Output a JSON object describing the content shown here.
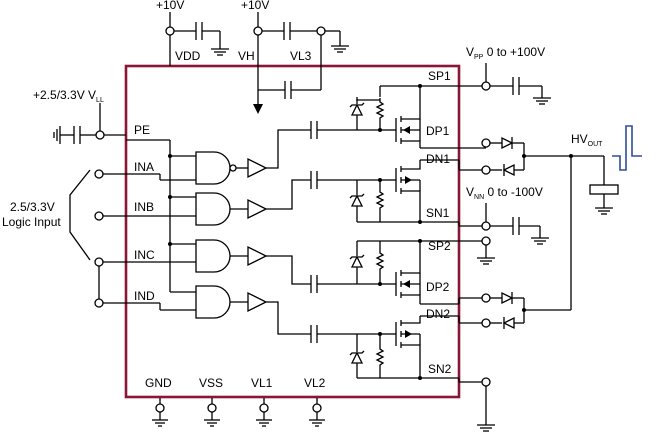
{
  "chip": {
    "supply_labels": {
      "vdd": "VDD",
      "vh": "VH",
      "vl3": "VL3"
    },
    "top_rails": {
      "vdd_rail": "+10V",
      "vh_rail": "+10V"
    },
    "left_pins": {
      "pe": "PE",
      "ina": "INA",
      "inb": "INB",
      "inc": "INC",
      "ind": "IND"
    },
    "right_pins": {
      "sp1": "SP1",
      "dp1": "DP1",
      "dn1": "DN1",
      "sn1": "SN1",
      "sp2": "SP2",
      "dp2": "DP2",
      "dn2": "DN2",
      "sn2": "SN2"
    },
    "bottom_pins": {
      "gnd": "GND",
      "vss": "VSS",
      "vl1": "VL1",
      "vl2": "VL2"
    }
  },
  "labels": {
    "vll_prefix": "+2.5/3.3V V",
    "vll_sub": "LL",
    "logic_input_line1": "2.5/3.3V",
    "logic_input_line2": "Logic Input",
    "vpp_v": "V",
    "vpp_sub": "PP",
    "vpp_range": "0 to +100V",
    "vnn_v": "V",
    "vnn_sub": "NN",
    "vnn_range": "0 to -100V",
    "hv_main": "HV",
    "hv_sub": "OUT"
  },
  "colors": {
    "chip_outline": "#8a1538",
    "waveform": "#2e4d9c",
    "wire": "#000000"
  }
}
